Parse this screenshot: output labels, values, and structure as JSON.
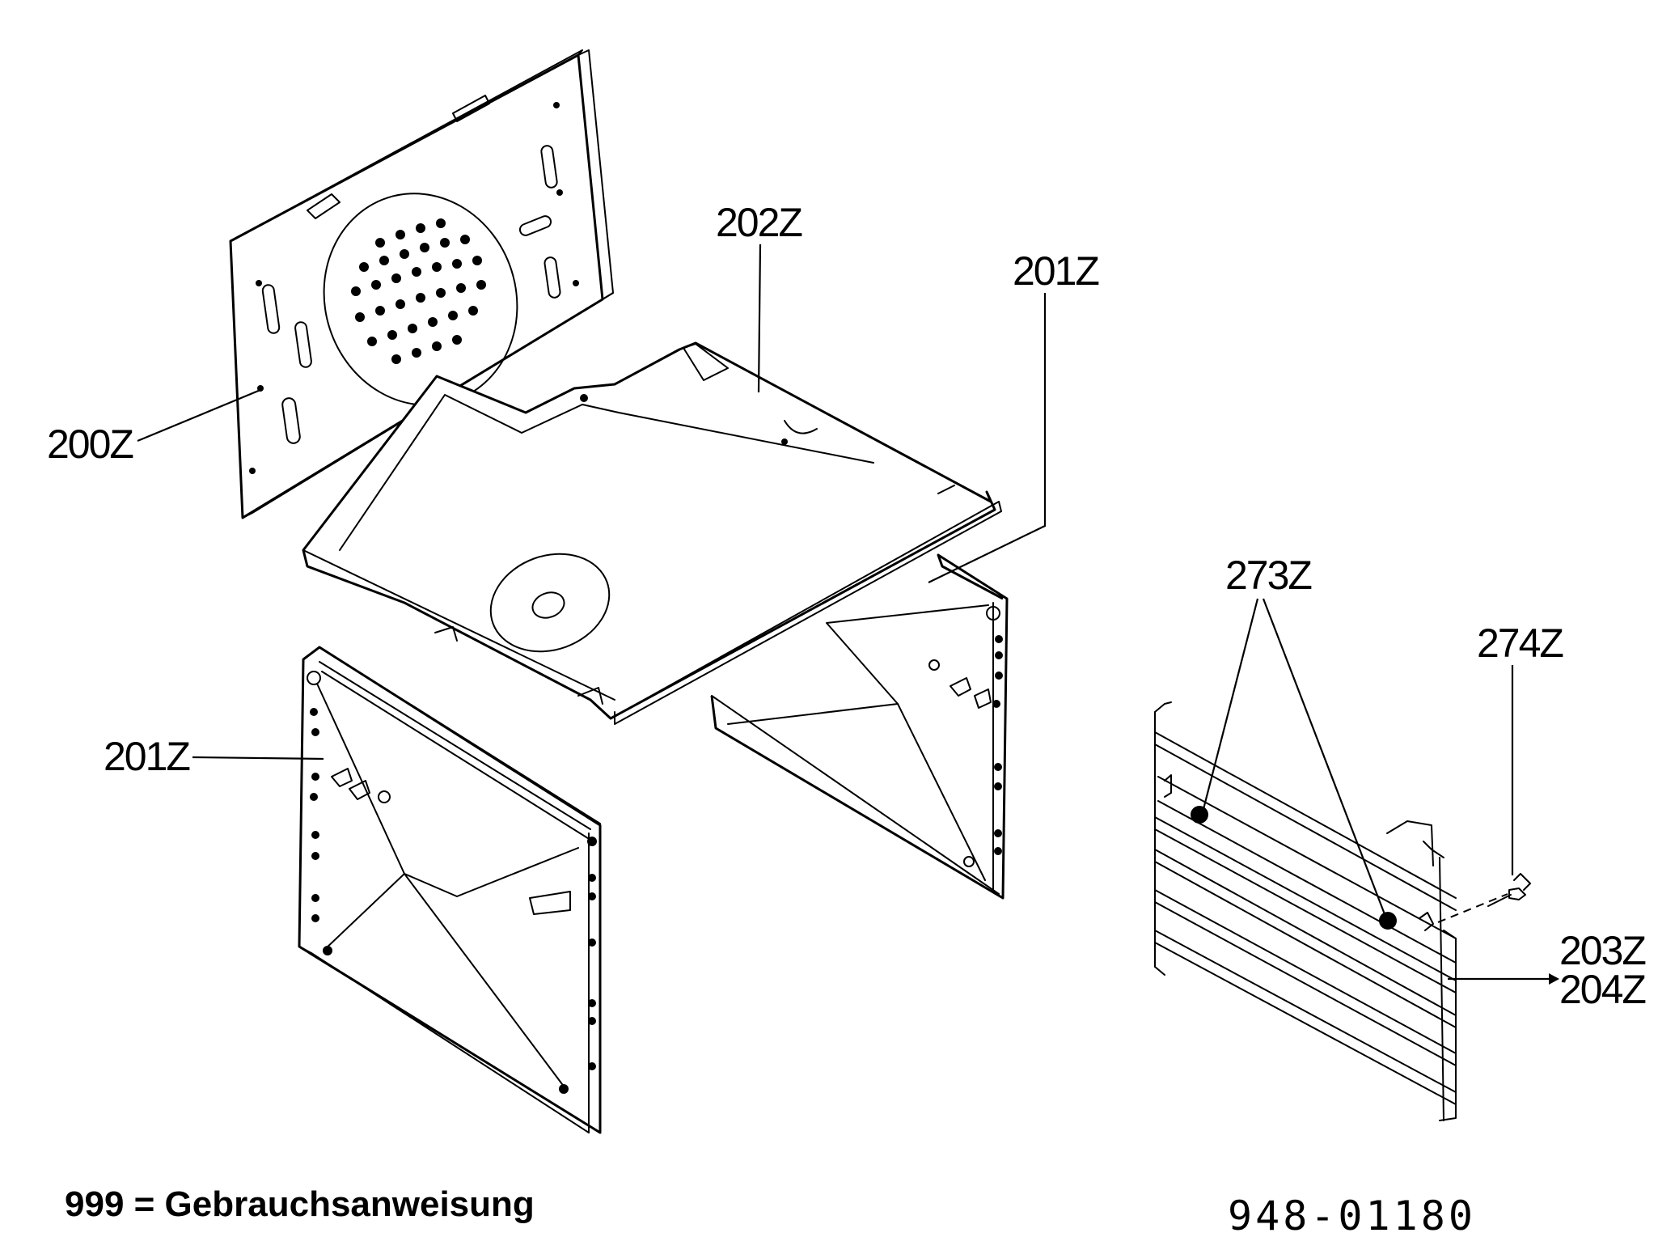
{
  "callouts": {
    "c200": "200Z",
    "c202": "202Z",
    "c201_top": "201Z",
    "c201_left": "201Z",
    "c273": "273Z",
    "c274": "274Z",
    "c203": "203Z",
    "c204": "204Z"
  },
  "footer": {
    "legend": "999 = Gebrauchsanweisung",
    "drawing_number": "948-01180"
  }
}
